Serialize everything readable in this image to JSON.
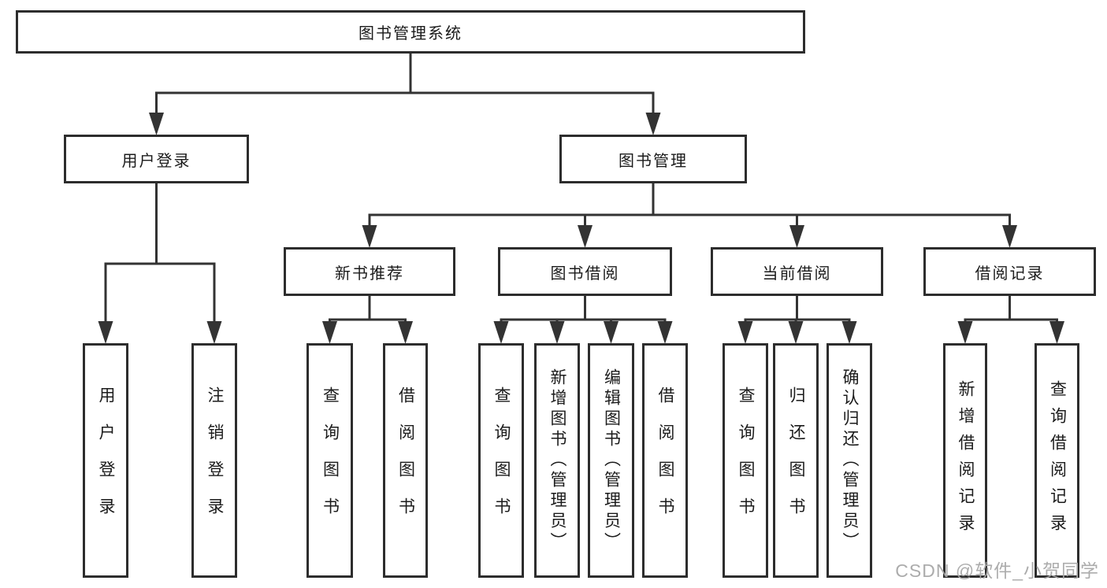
{
  "diagram": {
    "title": "图书管理系统",
    "watermark": "CSDN @软件_小贺同学",
    "colors": {
      "background": "#ffffff",
      "line": "#333333",
      "box_border": "#2d2d2d",
      "box_fill": "#ffffff",
      "text": "#1b1b1b",
      "watermark": "#a8a8a8"
    },
    "nodes": [
      {
        "id": "root",
        "label": "图书管理系统",
        "level": 1
      },
      {
        "id": "user-login",
        "label": "用户登录",
        "level": 2
      },
      {
        "id": "book-mgmt",
        "label": "图书管理",
        "level": 2
      },
      {
        "id": "new-book-rec",
        "label": "新书推荐",
        "level": 3
      },
      {
        "id": "book-borrow",
        "label": "图书借阅",
        "level": 3
      },
      {
        "id": "current-borrow",
        "label": "当前借阅",
        "level": 3
      },
      {
        "id": "borrow-records",
        "label": "借阅记录",
        "level": 3
      },
      {
        "id": "leaf-user-login",
        "label": "用户登录",
        "level": 4
      },
      {
        "id": "leaf-logout",
        "label": "注销登录",
        "level": 4
      },
      {
        "id": "leaf-query-book-1",
        "label": "查询图书",
        "level": 4
      },
      {
        "id": "leaf-borrow-book-1",
        "label": "借阅图书",
        "level": 4
      },
      {
        "id": "leaf-query-book-2",
        "label": "查询图书",
        "level": 4
      },
      {
        "id": "leaf-add-book",
        "label": "新增图书（管理员）",
        "level": 4
      },
      {
        "id": "leaf-edit-book",
        "label": "编辑图书（管理员）",
        "level": 4
      },
      {
        "id": "leaf-borrow-book-2",
        "label": "借阅图书",
        "level": 4
      },
      {
        "id": "leaf-query-book-3",
        "label": "查询图书",
        "level": 4
      },
      {
        "id": "leaf-return-book",
        "label": "归还图书",
        "level": 4
      },
      {
        "id": "leaf-confirm-return",
        "label": "确认归还（管理员）",
        "level": 4
      },
      {
        "id": "leaf-add-borrow-record",
        "label": "新增借阅记录",
        "level": 4
      },
      {
        "id": "leaf-query-borrow-record",
        "label": "查询借阅记录",
        "level": 4
      }
    ],
    "edges": [
      {
        "from": "root",
        "to": [
          "user-login",
          "book-mgmt"
        ]
      },
      {
        "from": "user-login",
        "to": [
          "leaf-user-login",
          "leaf-logout"
        ]
      },
      {
        "from": "book-mgmt",
        "to": [
          "new-book-rec",
          "book-borrow",
          "current-borrow",
          "borrow-records"
        ]
      },
      {
        "from": "new-book-rec",
        "to": [
          "leaf-query-book-1",
          "leaf-borrow-book-1"
        ]
      },
      {
        "from": "book-borrow",
        "to": [
          "leaf-query-book-2",
          "leaf-add-book",
          "leaf-edit-book",
          "leaf-borrow-book-2"
        ]
      },
      {
        "from": "current-borrow",
        "to": [
          "leaf-query-book-3",
          "leaf-return-book",
          "leaf-confirm-return"
        ]
      },
      {
        "from": "borrow-records",
        "to": [
          "leaf-add-borrow-record",
          "leaf-query-borrow-record"
        ]
      }
    ]
  }
}
